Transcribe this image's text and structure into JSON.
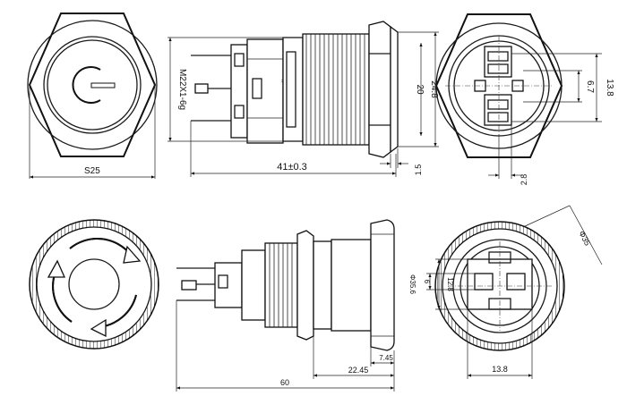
{
  "top_row": {
    "front_hex_width": "S25",
    "thread": "M22X1-6g",
    "body_length": "41±0.3",
    "diam_20": "20",
    "diam_24_8": "24.8",
    "flange_thk": "1.5",
    "back_13_8": "13.8",
    "back_6_7": "6.7",
    "back_2_8": "2.8"
  },
  "bottom_row": {
    "total_length": "60",
    "length_22_45": "22.45",
    "length_7_45": "7.45",
    "head_diam": "Φ35.6",
    "back_diam": "Φ35",
    "back_13_8": "13.8",
    "back_6": "6",
    "back_12_8": "12.8"
  }
}
